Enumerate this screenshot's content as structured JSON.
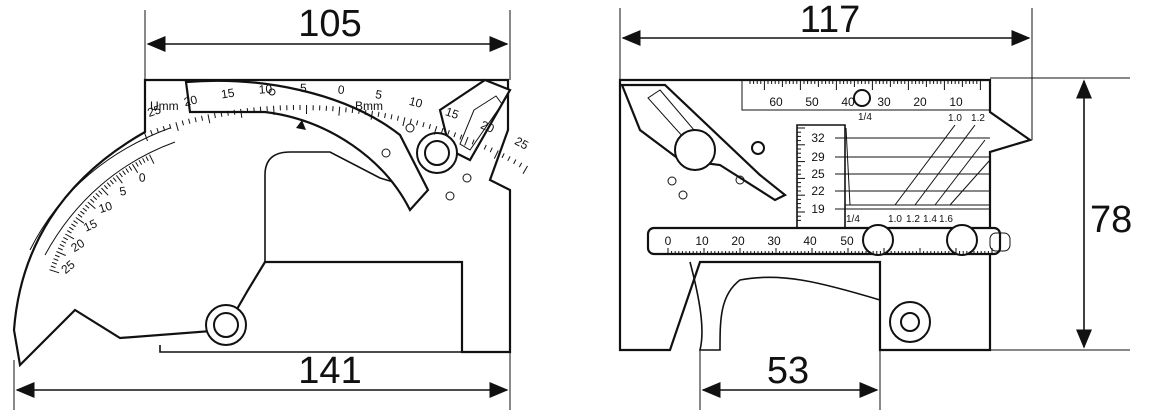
{
  "dimensions": {
    "left_width": "105",
    "left_length": "141",
    "right_width": "117",
    "right_height": "78",
    "right_offset": "53"
  },
  "left_tool": {
    "label_u": "Umm",
    "label_b": "Bmm",
    "top_scale_labels": [
      "25",
      "20",
      "15",
      "10",
      "5",
      "0",
      "5",
      "10",
      "15",
      "20",
      "25"
    ],
    "arc_scale_labels": [
      "25",
      "20",
      "15",
      "10",
      "5",
      "0"
    ]
  },
  "right_tool": {
    "top_scale_labels": [
      "60",
      "50",
      "40",
      "30",
      "20",
      "10"
    ],
    "height_labels": [
      "32",
      "29",
      "25",
      "22",
      "19"
    ],
    "thickness_labels_top": [
      "1.0",
      "1.2"
    ],
    "thickness_labels_bottom": [
      "1.0",
      "1.2",
      "1.4",
      "1.6"
    ],
    "fraction_top": "1/4",
    "fraction_bottom": "1/4",
    "slider_labels": [
      "0",
      "10",
      "20",
      "30",
      "40",
      "50"
    ]
  },
  "colors": {
    "ink": "#111111",
    "paper": "#ffffff"
  }
}
